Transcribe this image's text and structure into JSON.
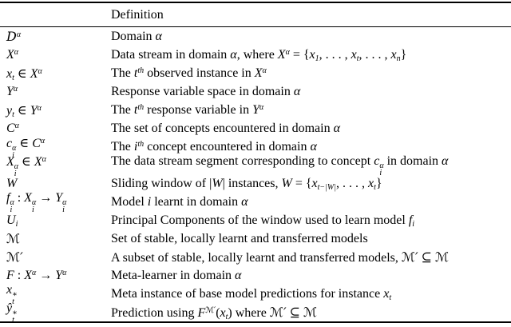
{
  "colors": {
    "background": "#ffffff",
    "text": "#000000",
    "rule": "#000000"
  },
  "table": {
    "header": {
      "symbol": "",
      "definition": "Definition"
    },
    "rows": [
      {
        "symbol": [
          {
            "s": "cal",
            "v": "D"
          },
          {
            "s": "sup",
            "v": "α"
          }
        ],
        "definition": [
          {
            "s": "t",
            "v": "Domain "
          },
          {
            "s": "i",
            "v": "α"
          }
        ]
      },
      {
        "symbol": [
          {
            "s": "i",
            "v": "X"
          },
          {
            "s": "sup",
            "v": "α"
          }
        ],
        "definition": [
          {
            "s": "t",
            "v": "Data stream in domain "
          },
          {
            "s": "i",
            "v": "α"
          },
          {
            "s": "t",
            "v": ", where "
          },
          {
            "s": "i",
            "v": "X"
          },
          {
            "s": "sup",
            "v": "α"
          },
          {
            "s": "t",
            "v": " = {"
          },
          {
            "s": "i",
            "v": "x"
          },
          {
            "s": "sub",
            "v": "1"
          },
          {
            "s": "t",
            "v": ", . . . , "
          },
          {
            "s": "i",
            "v": "x"
          },
          {
            "s": "sub",
            "v": "t"
          },
          {
            "s": "t",
            "v": ", . . . , "
          },
          {
            "s": "i",
            "v": "x"
          },
          {
            "s": "sub",
            "v": "n"
          },
          {
            "s": "t",
            "v": "}"
          }
        ]
      },
      {
        "symbol": [
          {
            "s": "i",
            "v": "x"
          },
          {
            "s": "sub",
            "v": "t"
          },
          {
            "s": "t",
            "v": " ∈ "
          },
          {
            "s": "i",
            "v": "X"
          },
          {
            "s": "sup",
            "v": "α"
          }
        ],
        "definition": [
          {
            "s": "t",
            "v": "The "
          },
          {
            "s": "i",
            "v": "t"
          },
          {
            "s": "sup",
            "v": "th"
          },
          {
            "s": "t",
            "v": " observed instance in "
          },
          {
            "s": "i",
            "v": "X"
          },
          {
            "s": "sup",
            "v": "α"
          }
        ]
      },
      {
        "symbol": [
          {
            "s": "i",
            "v": "Y"
          },
          {
            "s": "sup",
            "v": "α"
          }
        ],
        "definition": [
          {
            "s": "t",
            "v": "Response variable space in domain "
          },
          {
            "s": "i",
            "v": "α"
          }
        ]
      },
      {
        "symbol": [
          {
            "s": "i",
            "v": "y"
          },
          {
            "s": "sub",
            "v": "t"
          },
          {
            "s": "t",
            "v": " ∈ "
          },
          {
            "s": "i",
            "v": "Y"
          },
          {
            "s": "sup",
            "v": "α"
          }
        ],
        "definition": [
          {
            "s": "t",
            "v": "The "
          },
          {
            "s": "i",
            "v": "t"
          },
          {
            "s": "sup",
            "v": "th"
          },
          {
            "s": "t",
            "v": " response variable in "
          },
          {
            "s": "i",
            "v": "Y"
          },
          {
            "s": "sup",
            "v": "α"
          }
        ]
      },
      {
        "symbol": [
          {
            "s": "i",
            "v": "C"
          },
          {
            "s": "sup",
            "v": "α"
          }
        ],
        "definition": [
          {
            "s": "t",
            "v": "The set of concepts encountered in domain "
          },
          {
            "s": "i",
            "v": "α"
          }
        ]
      },
      {
        "symbol": [
          {
            "s": "i",
            "v": "c"
          },
          {
            "s": "ss",
            "v": "α|i"
          },
          {
            "s": "t",
            "v": " ∈ "
          },
          {
            "s": "i",
            "v": "C"
          },
          {
            "s": "sup",
            "v": "α"
          }
        ],
        "definition": [
          {
            "s": "t",
            "v": "The "
          },
          {
            "s": "i",
            "v": "i"
          },
          {
            "s": "sup",
            "v": "th"
          },
          {
            "s": "t",
            "v": " concept encountered in domain "
          },
          {
            "s": "i",
            "v": "α"
          }
        ]
      },
      {
        "symbol": [
          {
            "s": "i",
            "v": "X"
          },
          {
            "s": "ss",
            "v": "α|i"
          },
          {
            "s": "t",
            "v": " ∈ "
          },
          {
            "s": "i",
            "v": "X"
          },
          {
            "s": "sup",
            "v": "α"
          }
        ],
        "definition": [
          {
            "s": "t",
            "v": "The data stream segment corresponding to concept "
          },
          {
            "s": "i",
            "v": "c"
          },
          {
            "s": "ss",
            "v": "α|i"
          },
          {
            "s": "t",
            "v": " in domain "
          },
          {
            "s": "i",
            "v": "α"
          }
        ]
      },
      {
        "symbol": [
          {
            "s": "i",
            "v": "W"
          }
        ],
        "definition": [
          {
            "s": "t",
            "v": "Sliding window of |"
          },
          {
            "s": "i",
            "v": "W"
          },
          {
            "s": "t",
            "v": "| instances, "
          },
          {
            "s": "i",
            "v": "W"
          },
          {
            "s": "t",
            "v": " = {"
          },
          {
            "s": "i",
            "v": "x"
          },
          {
            "s": "sub",
            "v": "t−|W|"
          },
          {
            "s": "t",
            "v": ", . . . , "
          },
          {
            "s": "i",
            "v": "x"
          },
          {
            "s": "sub",
            "v": "t"
          },
          {
            "s": "t",
            "v": "}"
          }
        ]
      },
      {
        "symbol": [
          {
            "s": "i",
            "v": "f"
          },
          {
            "s": "ss",
            "v": "α|i"
          },
          {
            "s": "t",
            "v": " : "
          },
          {
            "s": "i",
            "v": "X"
          },
          {
            "s": "ss",
            "v": "α|i"
          },
          {
            "s": "t",
            "v": " → "
          },
          {
            "s": "i",
            "v": "Y"
          },
          {
            "s": "ss",
            "v": "α|i"
          }
        ],
        "definition": [
          {
            "s": "t",
            "v": "Model "
          },
          {
            "s": "i",
            "v": "i"
          },
          {
            "s": "t",
            "v": " learnt in domain "
          },
          {
            "s": "i",
            "v": "α"
          }
        ]
      },
      {
        "symbol": [
          {
            "s": "i",
            "v": "U"
          },
          {
            "s": "sub",
            "v": "i"
          }
        ],
        "definition": [
          {
            "s": "t",
            "v": "Principal Components of the window used to learn model "
          },
          {
            "s": "i",
            "v": "f"
          },
          {
            "s": "sub",
            "v": "i"
          }
        ]
      },
      {
        "symbol": [
          {
            "s": "cal",
            "v": "ℳ"
          }
        ],
        "definition": [
          {
            "s": "t",
            "v": "Set of stable, locally learnt and transferred models"
          }
        ]
      },
      {
        "symbol": [
          {
            "s": "cal",
            "v": "ℳ′"
          }
        ],
        "definition": [
          {
            "s": "t",
            "v": "A subset of stable, locally learnt and transferred models, "
          },
          {
            "s": "cal",
            "v": "ℳ′"
          },
          {
            "s": "t",
            "v": " ⊆ "
          },
          {
            "s": "cal",
            "v": "ℳ"
          }
        ]
      },
      {
        "symbol": [
          {
            "s": "i",
            "v": "F"
          },
          {
            "s": "t",
            "v": " : "
          },
          {
            "s": "i",
            "v": "X"
          },
          {
            "s": "sup",
            "v": "α"
          },
          {
            "s": "t",
            "v": " → "
          },
          {
            "s": "i",
            "v": "Y"
          },
          {
            "s": "sup",
            "v": "α"
          }
        ],
        "definition": [
          {
            "s": "t",
            "v": "Meta-learner in domain "
          },
          {
            "s": "i",
            "v": "α"
          }
        ]
      },
      {
        "symbol": [
          {
            "s": "i",
            "v": "x"
          },
          {
            "s": "ss",
            "v": "∗|t"
          }
        ],
        "definition": [
          {
            "s": "t",
            "v": "Meta instance of base model predictions for instance "
          },
          {
            "s": "i",
            "v": "x"
          },
          {
            "s": "sub",
            "v": "t"
          }
        ]
      },
      {
        "symbol": [
          {
            "s": "i",
            "v": "ŷ"
          },
          {
            "s": "ss",
            "v": "∗|t"
          }
        ],
        "definition": [
          {
            "s": "t",
            "v": "Prediction using "
          },
          {
            "s": "i",
            "v": "F"
          },
          {
            "s": "csup",
            "v": "ℳ′"
          },
          {
            "s": "t",
            "v": "("
          },
          {
            "s": "i",
            "v": "x"
          },
          {
            "s": "sub",
            "v": "t"
          },
          {
            "s": "t",
            "v": ") where "
          },
          {
            "s": "cal",
            "v": "ℳ′"
          },
          {
            "s": "t",
            "v": " ⊆ "
          },
          {
            "s": "cal",
            "v": "ℳ"
          }
        ]
      }
    ]
  }
}
